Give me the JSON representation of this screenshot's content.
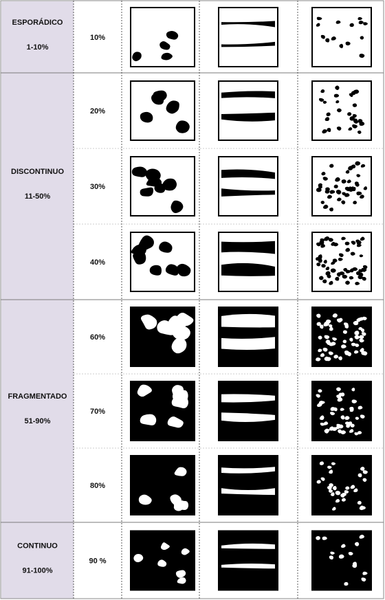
{
  "colors": {
    "category_bg": "#e1dce9",
    "ink": "#000000",
    "paper": "#ffffff"
  },
  "categories": [
    {
      "name": "ESPORÁDICO",
      "range": "1-10%",
      "rows": [
        {
          "percent": "10%",
          "coverage": 0.1
        }
      ]
    },
    {
      "name": "DISCONTINUO",
      "range": "11-50%",
      "rows": [
        {
          "percent": "20%",
          "coverage": 0.2
        },
        {
          "percent": "30%",
          "coverage": 0.3
        },
        {
          "percent": "40%",
          "coverage": 0.4
        }
      ]
    },
    {
      "name": "FRAGMENTADO",
      "range": "51-90%",
      "rows": [
        {
          "percent": "60%",
          "coverage": 0.6
        },
        {
          "percent": "70%",
          "coverage": 0.7
        },
        {
          "percent": "80%",
          "coverage": 0.8
        }
      ]
    },
    {
      "name": "CONTINUO",
      "range": "91-100%",
      "rows": [
        {
          "percent": "90 %",
          "coverage": 0.9
        }
      ]
    }
  ],
  "patterns": [
    "blobs",
    "bands",
    "dots"
  ]
}
